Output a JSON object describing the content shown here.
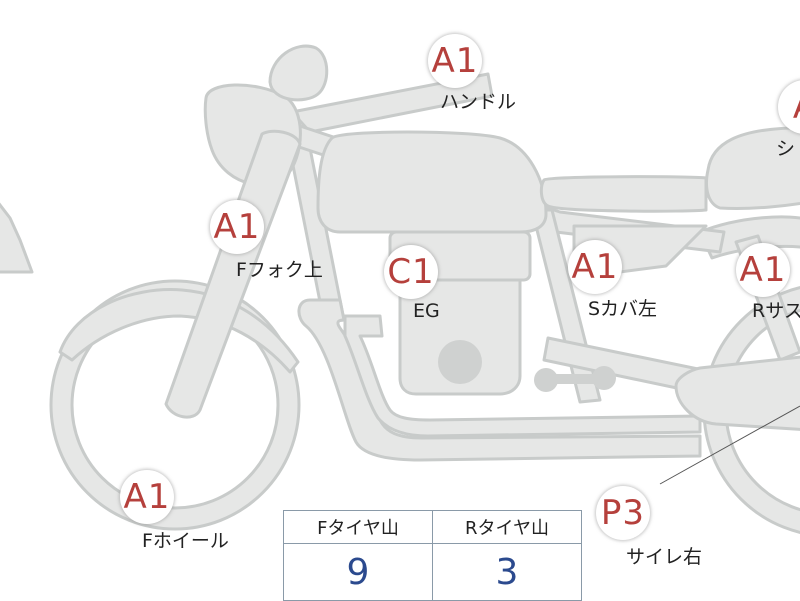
{
  "colors": {
    "fill": "#e6e7e6",
    "stroke": "#c8cbca",
    "engine_case": "#cfd1d0",
    "grade": "#b5403c",
    "tread_value": "#2b4a8e",
    "badge_border": "#b0b0b0"
  },
  "markers": [
    {
      "id": "handle",
      "grade": "A1",
      "label": "ハンドル"
    },
    {
      "id": "seat",
      "grade": "A",
      "label": "シ"
    },
    {
      "id": "front-fork-upper",
      "grade": "A1",
      "label": "Fフォク上"
    },
    {
      "id": "engine",
      "grade": "C1",
      "label": "EG"
    },
    {
      "id": "side-cover-left",
      "grade": "A1",
      "label": "Sカバ左"
    },
    {
      "id": "rear-suspension",
      "grade": "A1",
      "label": "Rサス"
    },
    {
      "id": "front-wheel",
      "grade": "A1",
      "label": "Fホイール"
    },
    {
      "id": "muffler-right",
      "grade": "P3",
      "label": "サイレ右"
    }
  ],
  "tread_table": {
    "front_header": "Fタイヤ山",
    "rear_header": "Rタイヤ山",
    "front_value": "9",
    "rear_value": "3"
  }
}
